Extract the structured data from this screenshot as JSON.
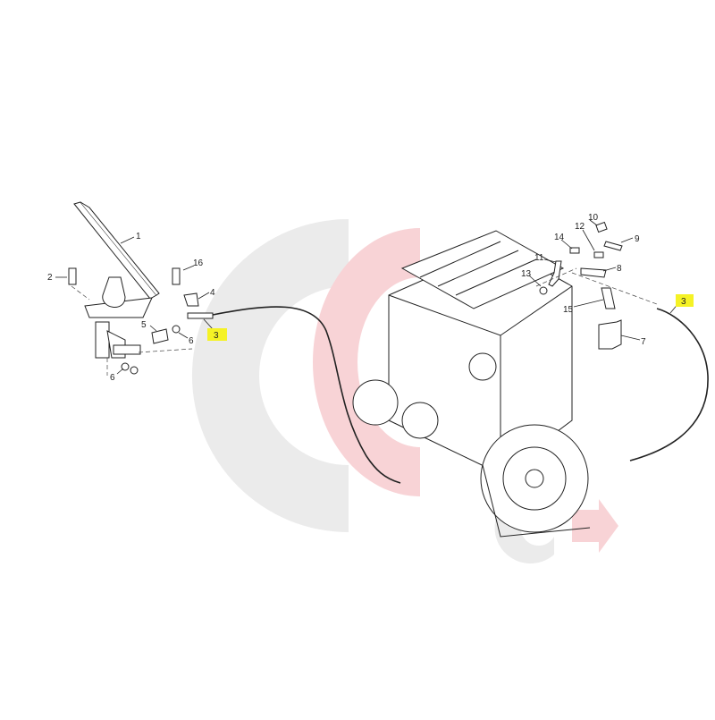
{
  "diagram": {
    "colors": {
      "watermark_grey": "#ebebeb",
      "watermark_pink": "#f8d3d6",
      "highlight": "#f5f225"
    },
    "left_labels": [
      {
        "id": "1",
        "text": "1"
      },
      {
        "id": "2",
        "text": "2"
      },
      {
        "id": "16",
        "text": "16"
      },
      {
        "id": "4",
        "text": "4"
      },
      {
        "id": "5",
        "text": "5"
      },
      {
        "id": "6a",
        "text": "6"
      },
      {
        "id": "6b",
        "text": "6"
      }
    ],
    "left_highlight": "3",
    "right_labels": [
      {
        "id": "10",
        "text": "10"
      },
      {
        "id": "12",
        "text": "12"
      },
      {
        "id": "9",
        "text": "9"
      },
      {
        "id": "14",
        "text": "14"
      },
      {
        "id": "11",
        "text": "11"
      },
      {
        "id": "8",
        "text": "8"
      },
      {
        "id": "13",
        "text": "13"
      },
      {
        "id": "15",
        "text": "15"
      },
      {
        "id": "7",
        "text": "7"
      }
    ],
    "right_highlight": "3"
  }
}
